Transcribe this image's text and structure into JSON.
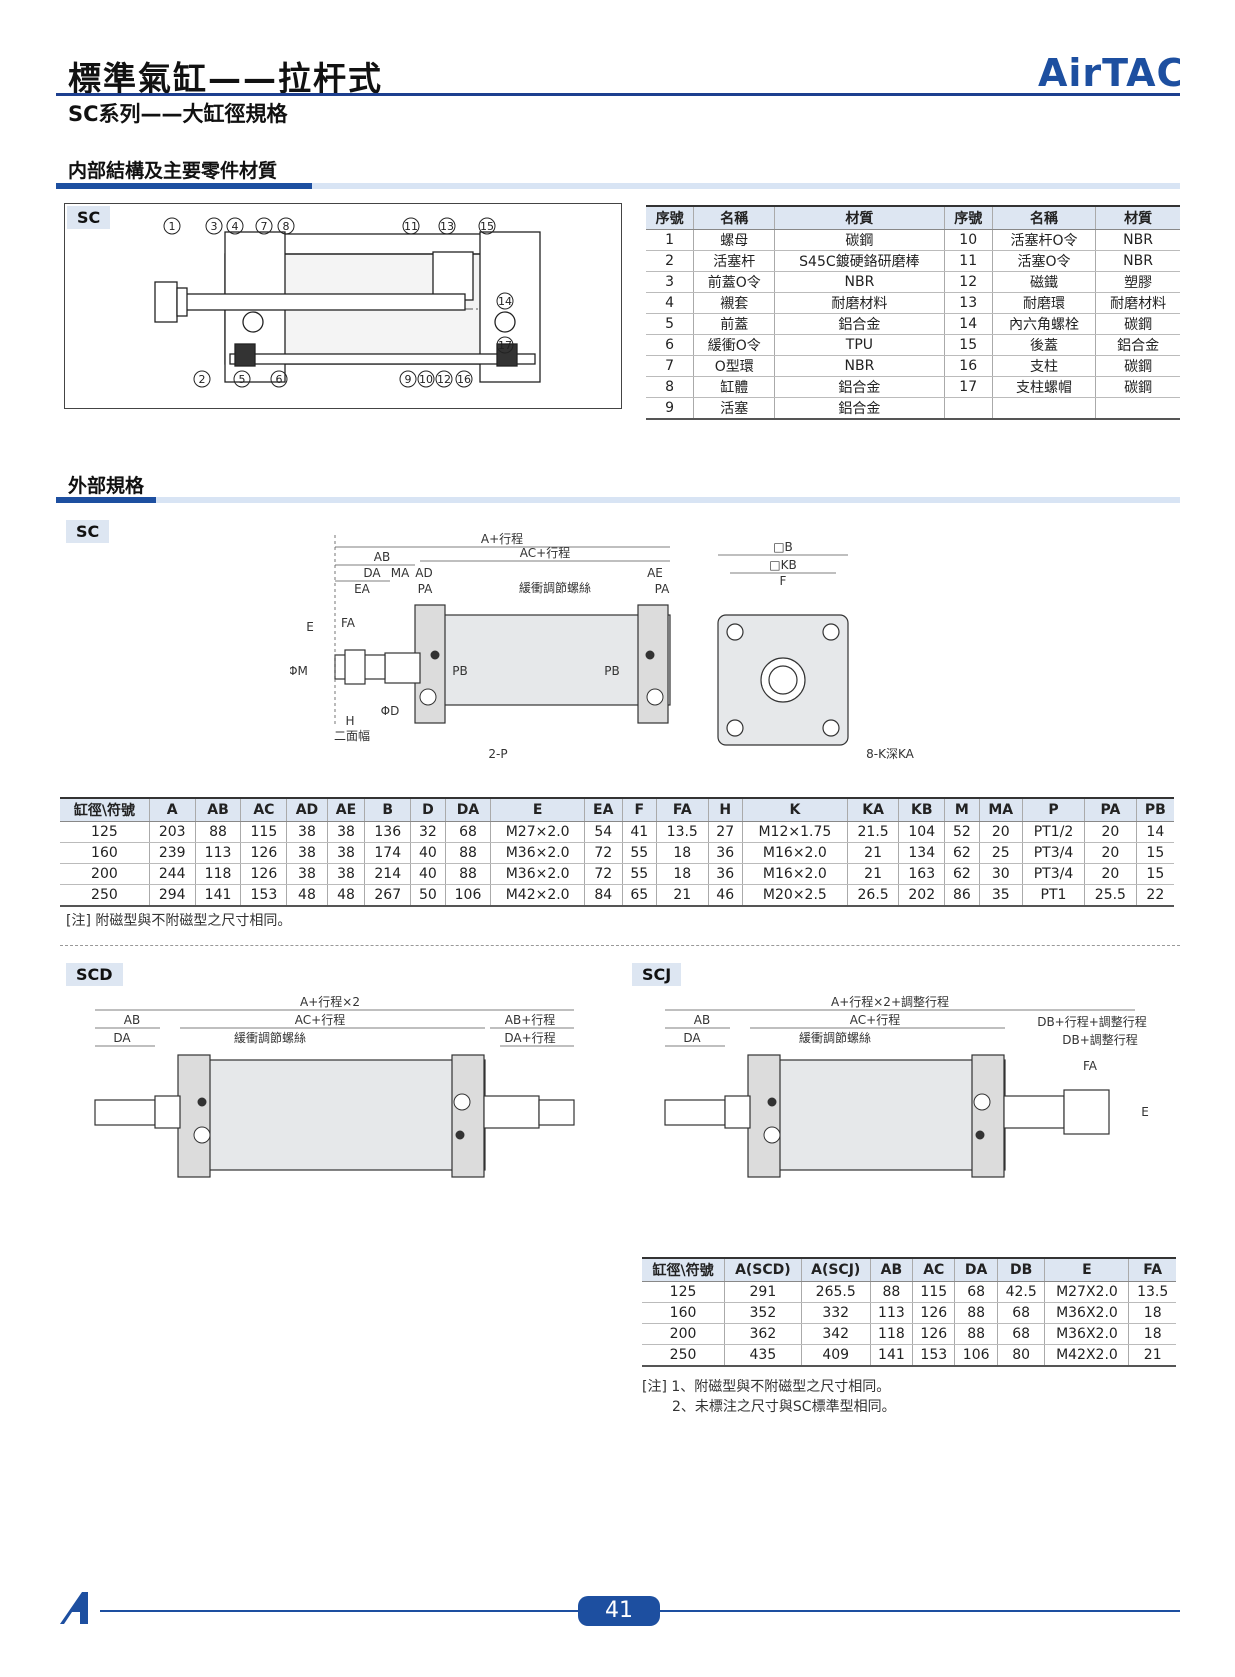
{
  "header": {
    "title": "標準氣缸——拉杆式",
    "subtitle": "SC系列——大缸徑規格",
    "logo_text": "AirTAC"
  },
  "section1": {
    "title": "内部結構及主要零件材質",
    "model_tag": "SC",
    "callouts_top": [
      "1",
      "3",
      "4",
      "7",
      "8",
      "11",
      "13",
      "15"
    ],
    "callouts_bottom": [
      "2",
      "5",
      "6",
      "9",
      "10",
      "12",
      "16"
    ],
    "callouts_side": [
      "14",
      "17"
    ],
    "parts_headers": [
      "序號",
      "名稱",
      "材質",
      "序號",
      "名稱",
      "材質"
    ],
    "parts": [
      [
        "1",
        "螺母",
        "碳鋼",
        "10",
        "活塞杆O令",
        "NBR"
      ],
      [
        "2",
        "活塞杆",
        "S45C鍍硬鉻研磨棒",
        "11",
        "活塞O令",
        "NBR"
      ],
      [
        "3",
        "前蓋O令",
        "NBR",
        "12",
        "磁鐵",
        "塑膠"
      ],
      [
        "4",
        "襯套",
        "耐磨材料",
        "13",
        "耐磨環",
        "耐磨材料"
      ],
      [
        "5",
        "前蓋",
        "鋁合金",
        "14",
        "內六角螺栓",
        "碳鋼"
      ],
      [
        "6",
        "緩衝O令",
        "TPU",
        "15",
        "後蓋",
        "鋁合金"
      ],
      [
        "7",
        "O型環",
        "NBR",
        "16",
        "支柱",
        "碳鋼"
      ],
      [
        "8",
        "缸體",
        "鋁合金",
        "17",
        "支柱螺帽",
        "碳鋼"
      ],
      [
        "9",
        "活塞",
        "鋁合金",
        "",
        "",
        ""
      ]
    ]
  },
  "section2": {
    "title": "外部規格",
    "model_tag": "SC",
    "dim_labels": {
      "a_stroke": "A+行程",
      "ac_stroke": "AC+行程",
      "ab": "AB",
      "da": "DA",
      "ma": "MA",
      "ad": "AD",
      "ea": "EA",
      "pa": "PA",
      "ae": "AE",
      "fa": "FA",
      "e": "E",
      "phim": "ΦM",
      "phid": "ΦD",
      "h": "H",
      "two_flats": "二面幅",
      "pb": "PB",
      "cushion": "緩衝調節螺絲",
      "two_p": "2-P",
      "b": "□B",
      "kb": "□KB",
      "f": "F",
      "k_ka": "8-K深KA"
    },
    "table_headers": [
      "缸徑\\符號",
      "A",
      "AB",
      "AC",
      "AD",
      "AE",
      "B",
      "D",
      "DA",
      "E",
      "EA",
      "F",
      "FA",
      "H",
      "K",
      "KA",
      "KB",
      "M",
      "MA",
      "P",
      "PA",
      "PB"
    ],
    "table_rows": [
      [
        "125",
        "203",
        "88",
        "115",
        "38",
        "38",
        "136",
        "32",
        "68",
        "M27×2.0",
        "54",
        "41",
        "13.5",
        "27",
        "M12×1.75",
        "21.5",
        "104",
        "52",
        "20",
        "PT1/2",
        "20",
        "14"
      ],
      [
        "160",
        "239",
        "113",
        "126",
        "38",
        "38",
        "174",
        "40",
        "88",
        "M36×2.0",
        "72",
        "55",
        "18",
        "36",
        "M16×2.0",
        "21",
        "134",
        "62",
        "25",
        "PT3/4",
        "20",
        "15"
      ],
      [
        "200",
        "244",
        "118",
        "126",
        "38",
        "38",
        "214",
        "40",
        "88",
        "M36×2.0",
        "72",
        "55",
        "18",
        "36",
        "M16×2.0",
        "21",
        "163",
        "62",
        "30",
        "PT3/4",
        "20",
        "15"
      ],
      [
        "250",
        "294",
        "141",
        "153",
        "48",
        "48",
        "267",
        "50",
        "106",
        "M42×2.0",
        "84",
        "65",
        "21",
        "46",
        "M20×2.5",
        "26.5",
        "202",
        "86",
        "35",
        "PT1",
        "25.5",
        "22"
      ]
    ],
    "note": "[注] 附磁型與不附磁型之尺寸相同。"
  },
  "scd": {
    "tag": "SCD",
    "labels": {
      "a": "A+行程×2",
      "ab": "AB",
      "ac": "AC+行程",
      "ab_stroke": "AB+行程",
      "da": "DA",
      "da_stroke": "DA+行程",
      "cushion": "緩衝調節螺絲"
    }
  },
  "scj": {
    "tag": "SCJ",
    "labels": {
      "a": "A+行程×2+調整行程",
      "ab": "AB",
      "ac": "AC+行程",
      "db1": "DB+行程+調整行程",
      "db2": "DB+調整行程",
      "da": "DA",
      "fa": "FA",
      "e": "E",
      "cushion": "緩衝調節螺絲"
    },
    "table_headers": [
      "缸徑\\符號",
      "A(SCD)",
      "A(SCJ)",
      "AB",
      "AC",
      "DA",
      "DB",
      "E",
      "FA"
    ],
    "table_rows": [
      [
        "125",
        "291",
        "265.5",
        "88",
        "115",
        "68",
        "42.5",
        "M27X2.0",
        "13.5"
      ],
      [
        "160",
        "352",
        "332",
        "113",
        "126",
        "88",
        "68",
        "M36X2.0",
        "18"
      ],
      [
        "200",
        "362",
        "342",
        "118",
        "126",
        "88",
        "68",
        "M36X2.0",
        "18"
      ],
      [
        "250",
        "435",
        "409",
        "141",
        "153",
        "106",
        "80",
        "M42X2.0",
        "21"
      ]
    ],
    "note1": "[注] 1、附磁型與不附磁型之尺寸相同。",
    "note2": "2、未標注之尺寸與SC標準型相同。"
  },
  "footer": {
    "page_number": "41"
  },
  "colors": {
    "brand_blue": "#1d4fa0",
    "header_fill": "#dde6f2",
    "drawing_fill": "#e6e8ea"
  }
}
